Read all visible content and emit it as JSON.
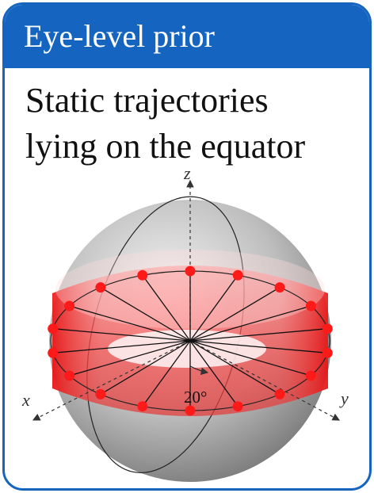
{
  "header": {
    "title": "Eye-level prior"
  },
  "subtitle": {
    "line1": "Static trajectories",
    "line2": "lying on the equator"
  },
  "diagram": {
    "axes": {
      "x": "x",
      "y": "y",
      "z": "z"
    },
    "angle_label": "20°",
    "trajectory_count": 18,
    "angle_step_degrees": 20,
    "colors": {
      "frame": "#1565c0",
      "band": "#e53935",
      "endpoint": "#ff1a1a",
      "sphere": "#9a9a9a"
    }
  }
}
